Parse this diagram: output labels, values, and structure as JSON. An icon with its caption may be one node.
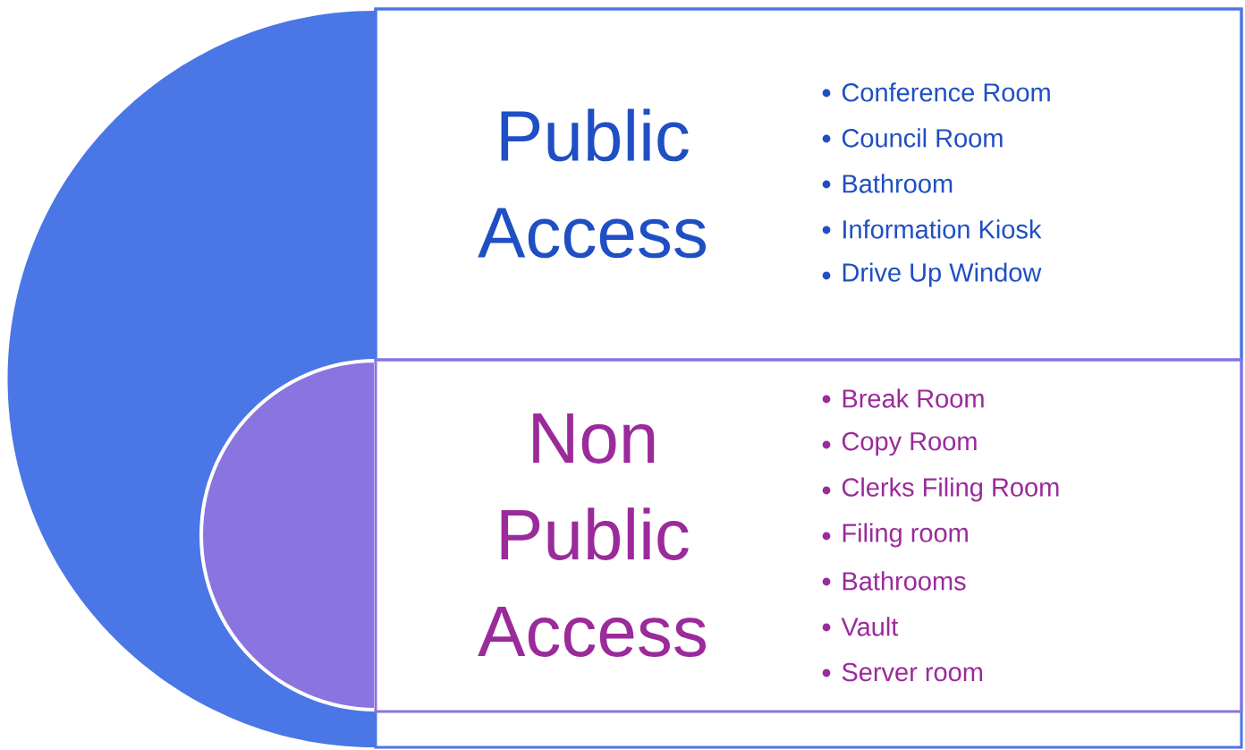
{
  "diagram": {
    "nodes": [
      {
        "text": [
          "Public Access",
          "Conference Room",
          "Council Room",
          "Bathroom",
          "Information Kiosk",
          "Drive Up Window"
        ]
      },
      {
        "text": [
          "Non Public Access",
          "Break Room",
          "Copy Room",
          "Clerks Filing Room",
          "Filing room",
          "Bathrooms",
          "Vault",
          "Server room"
        ]
      }
    ]
  }
}
